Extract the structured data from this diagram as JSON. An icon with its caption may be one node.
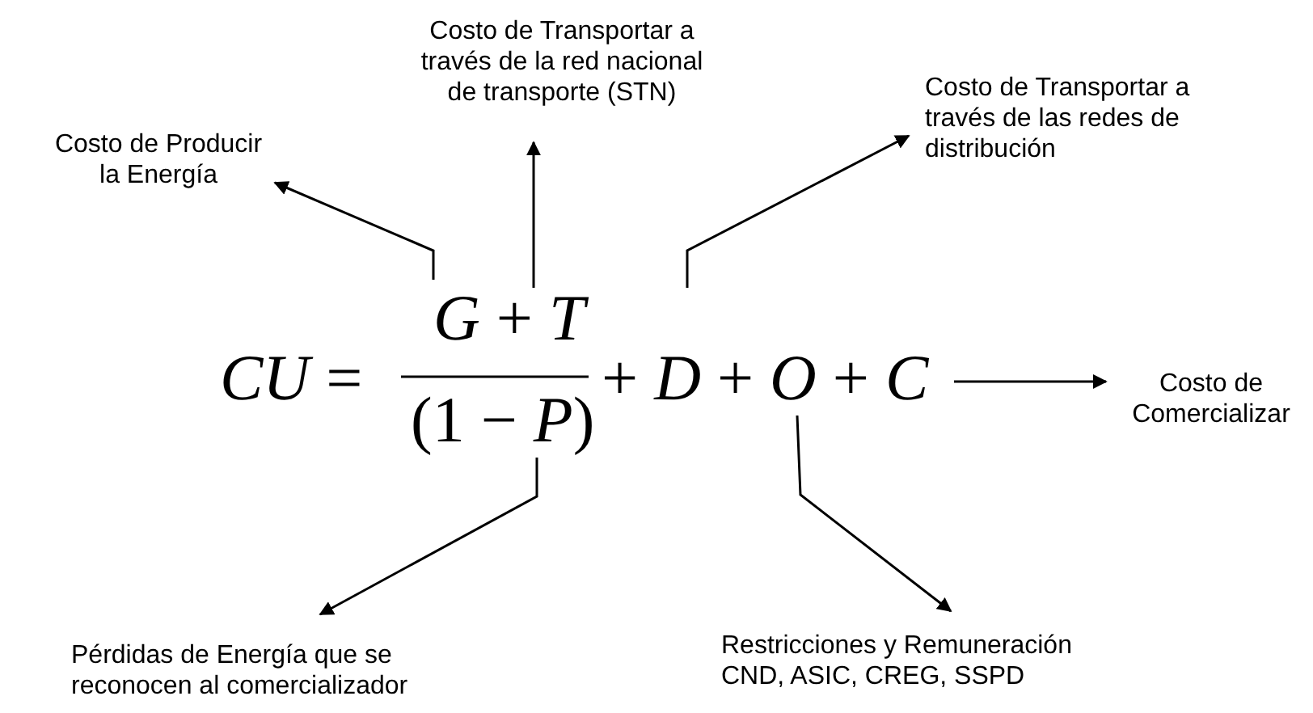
{
  "diagram": {
    "nodes": [
      {
        "text": [
          "Costo de Producir la Energía"
        ]
      },
      {
        "text": [
          "Costo de Transportar a través de la red nacional de transporte (STN)"
        ]
      },
      {
        "text": [
          "Costo de Transportar a través de las redes de distribución"
        ]
      },
      {
        "text": [
          "Costo de Comercializar"
        ]
      },
      {
        "text": [
          "Pérdidas de Energía que se reconocen al comercializador"
        ]
      },
      {
        "text": [
          "Restricciones y Remuneración CND, ASIC, CREG, SSPD"
        ]
      },
      {
        "text": [
          "*CU* ="
        ]
      },
      {
        "text": [
          "*G* + *T*"
        ]
      },
      {
        "text": [
          "(1 − *P*)"
        ]
      },
      {
        "text": [
          "+ *D* + *O* + *C*"
        ]
      }
    ],
    "edges": [
      {
        "from": 7,
        "to": 0,
        "arrow": "to"
      },
      {
        "from": 7,
        "to": 1,
        "arrow": "to"
      },
      {
        "from": 9,
        "to": 2,
        "arrow": "to"
      },
      {
        "from": 9,
        "to": 3,
        "arrow": "to"
      },
      {
        "from": 8,
        "to": 4,
        "arrow": "to"
      },
      {
        "from": 9,
        "to": 5,
        "arrow": "to"
      }
    ]
  }
}
